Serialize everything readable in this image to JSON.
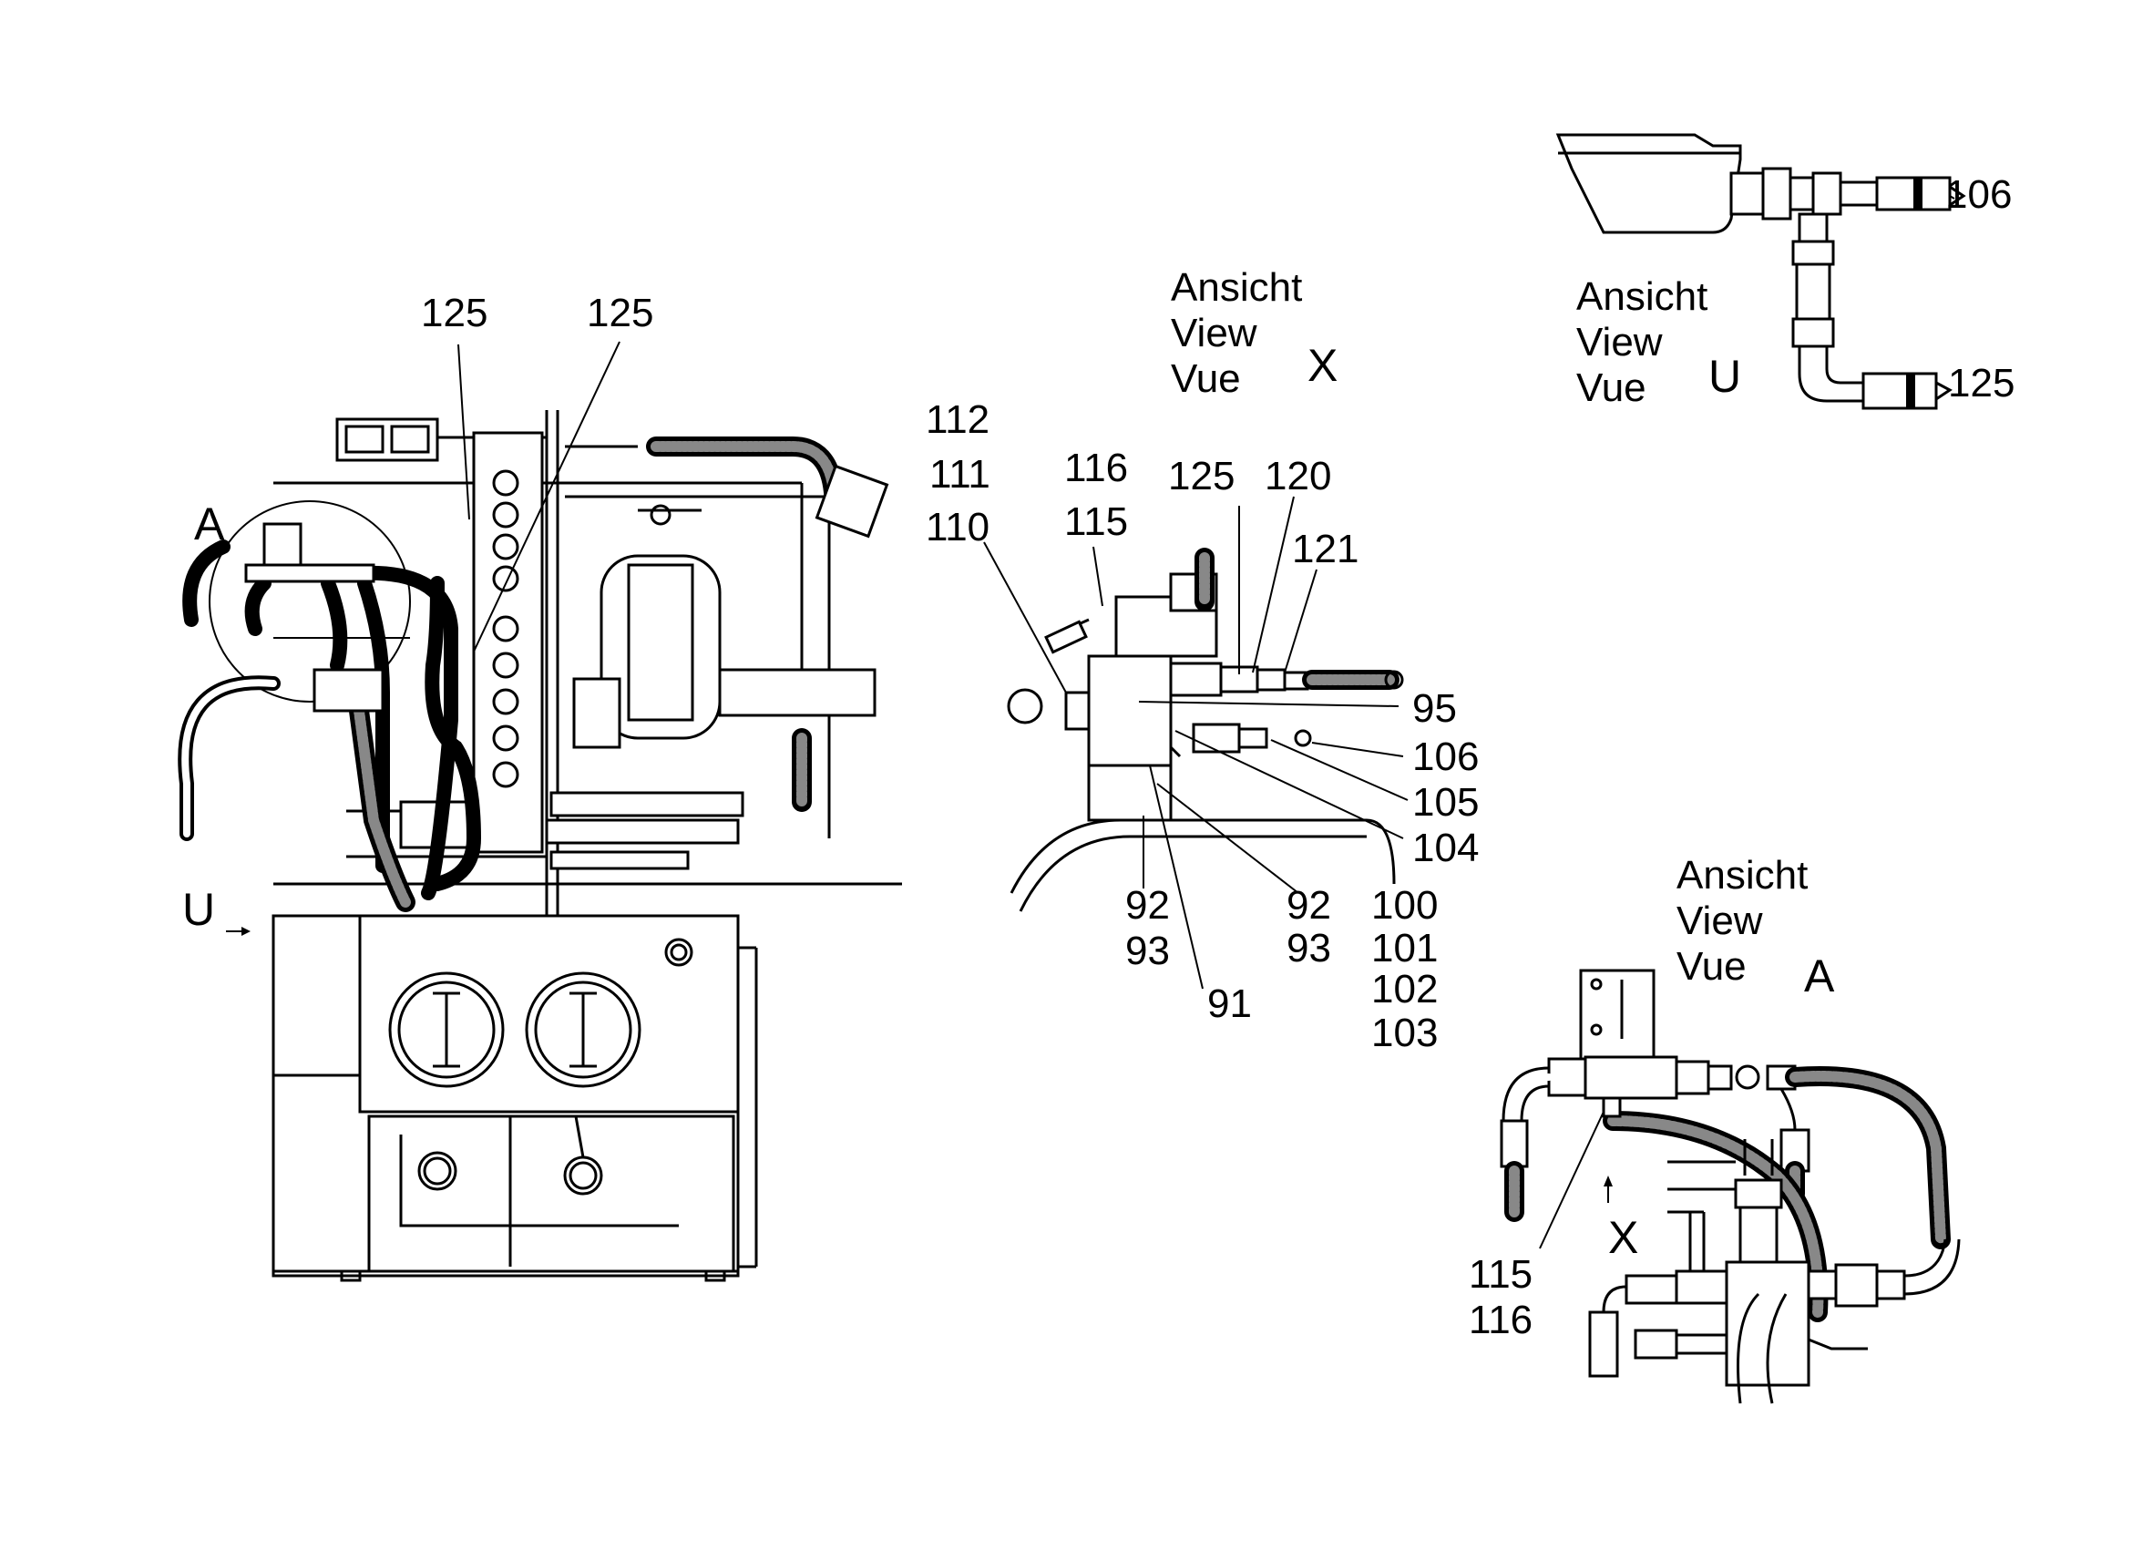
{
  "main_view": {
    "detail_circle_label": "A",
    "arrow_label": "U",
    "callout_left": "125",
    "callout_right": "125"
  },
  "view_x": {
    "title_de": "Ansicht",
    "title_en": "View",
    "title_fr": "Vue",
    "letter": "X",
    "callouts": {
      "c112": "112",
      "c111": "111",
      "c110": "110",
      "c116": "116",
      "c115": "115",
      "c125": "125",
      "c120": "120",
      "c121": "121",
      "c95": "95",
      "c106": "106",
      "c105": "105",
      "c104": "104",
      "c92a": "92",
      "c93a": "93",
      "c92b": "92",
      "c93b": "93",
      "c91": "91",
      "c100": "100",
      "c101": "101",
      "c102": "102",
      "c103": "103"
    }
  },
  "view_u": {
    "title_de": "Ansicht",
    "title_en": "View",
    "title_fr": "Vue",
    "letter": "U",
    "callouts": {
      "c106": "106",
      "c125": "125"
    }
  },
  "view_a": {
    "title_de": "Ansicht",
    "title_en": "View",
    "title_fr": "Vue",
    "letter": "A",
    "arrow_label": "X",
    "callouts": {
      "c115": "115",
      "c116": "116"
    }
  }
}
